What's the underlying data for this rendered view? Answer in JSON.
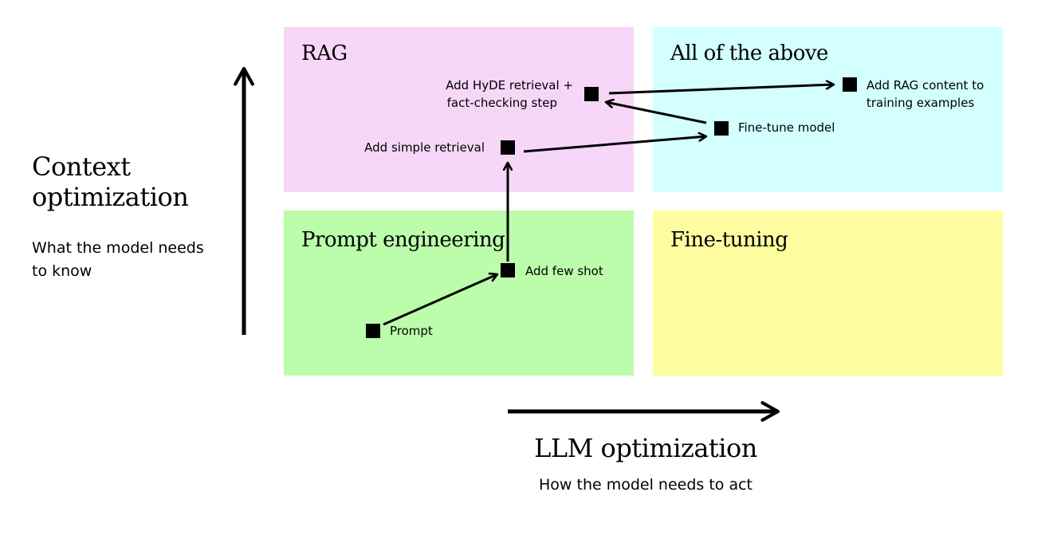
{
  "colors": {
    "rag": "#f7d7f7",
    "all_of_the_above": "#d3ffff",
    "prompt_engineering": "#bbfdab",
    "fine_tuning": "#fefea0"
  },
  "quadrants": {
    "rag": "RAG",
    "all_of_the_above": "All of the above",
    "prompt_engineering": "Prompt engineering",
    "fine_tuning": "Fine-tuning"
  },
  "y_axis": {
    "title": "Context optimization",
    "subtitle": "What the model needs to know"
  },
  "x_axis": {
    "title": "LLM optimization",
    "subtitle": "How the model needs to act"
  },
  "steps": {
    "prompt": "Prompt",
    "few_shot": "Add few shot",
    "simple_retrieval": "Add simple retrieval",
    "fine_tune": "Fine-tune model",
    "hyde_line1": "Add HyDE retrieval +",
    "hyde_line2": "fact-checking step",
    "rag_content_line1": "Add RAG content to",
    "rag_content_line2": "training examples"
  }
}
